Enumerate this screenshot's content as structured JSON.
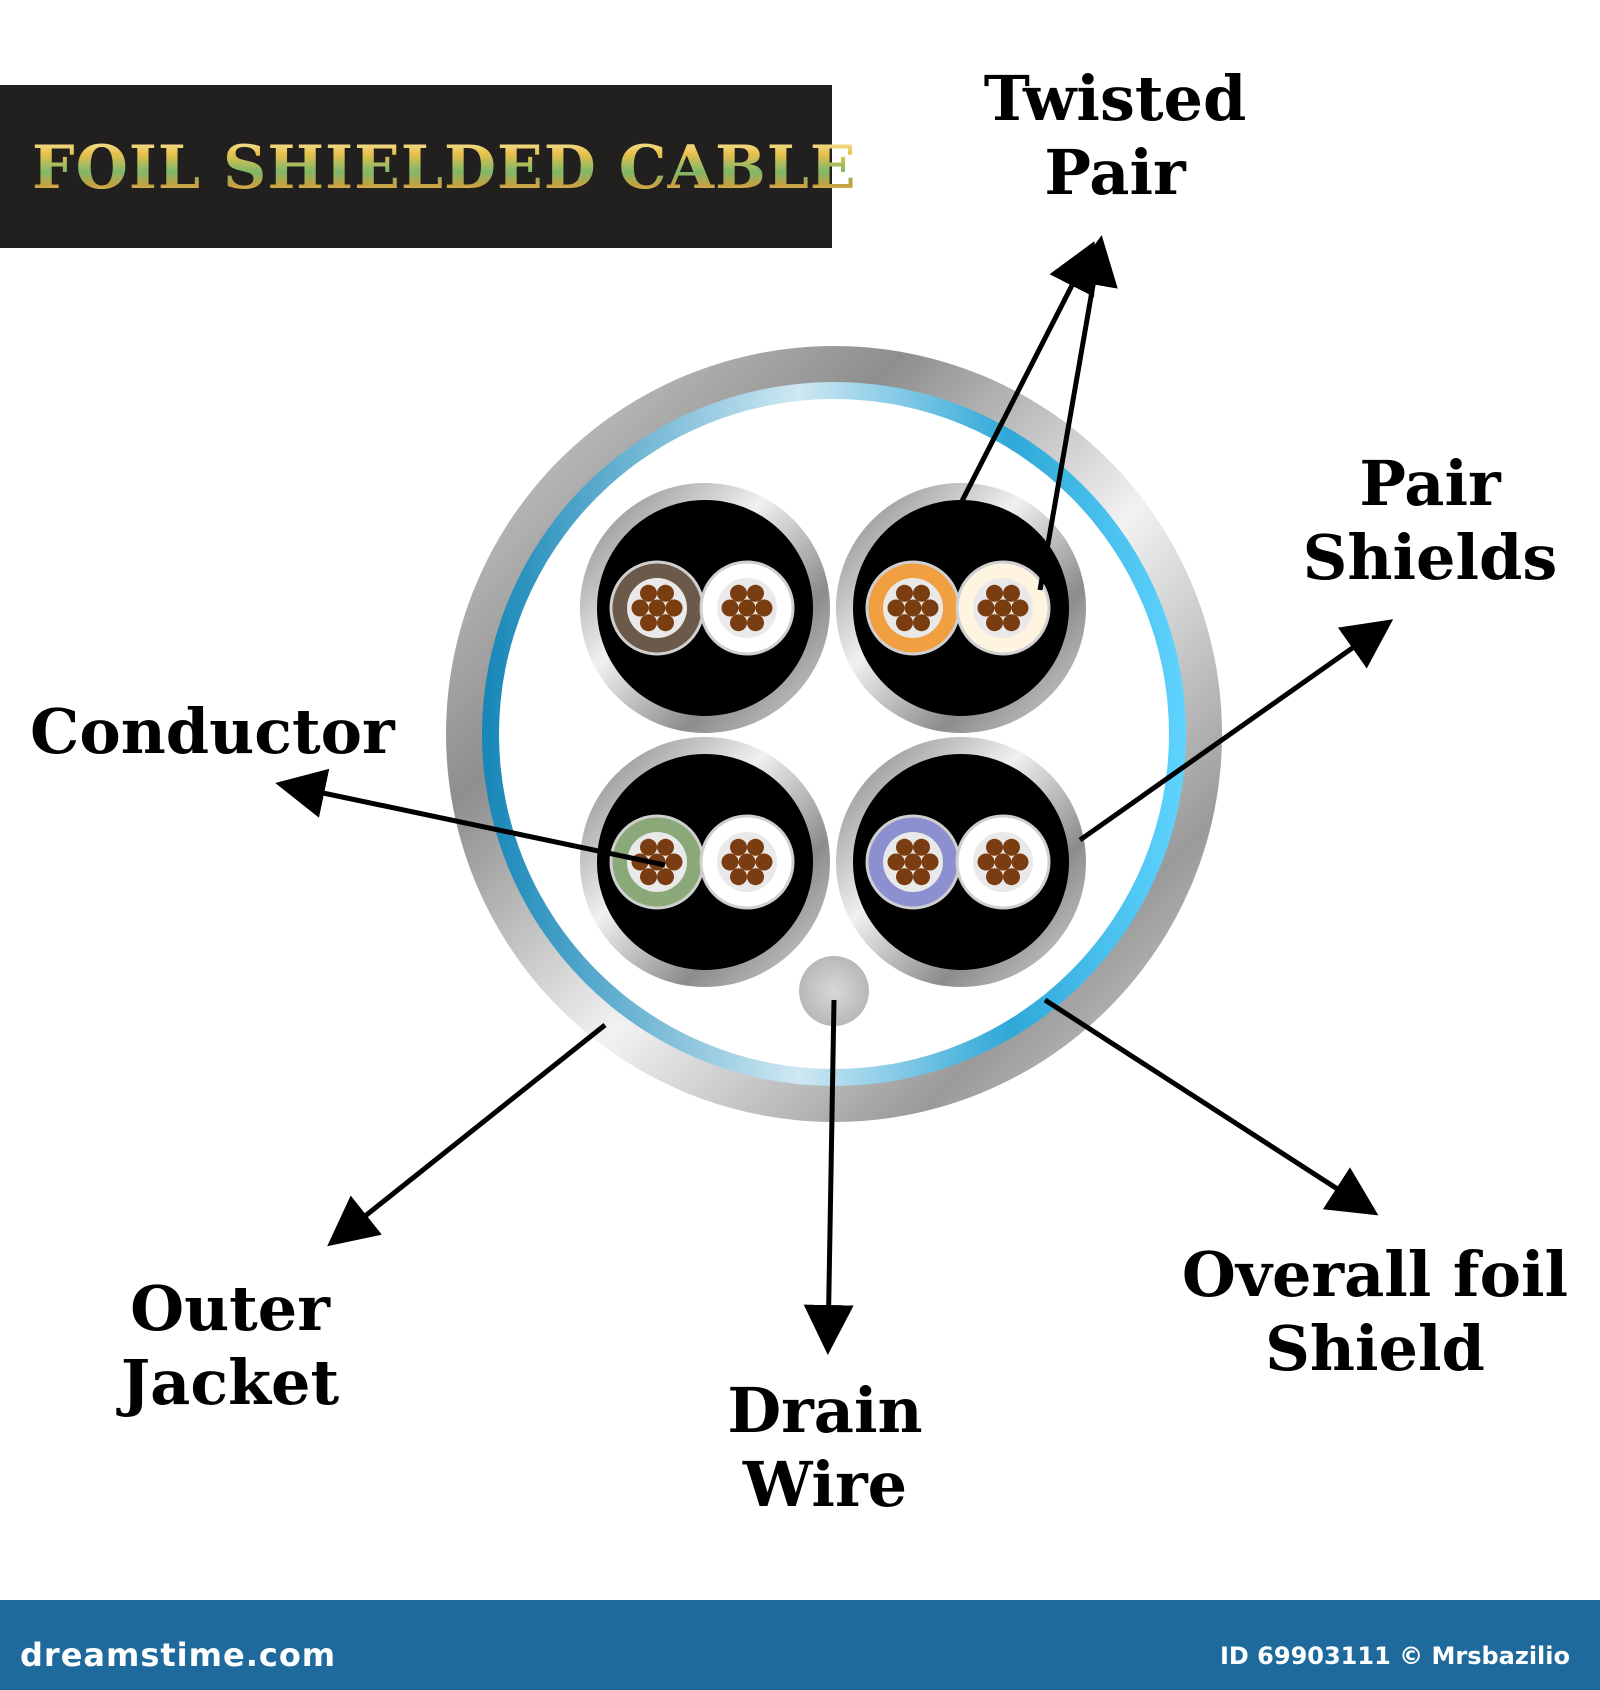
{
  "title": "FOIL SHIELDED CABLE",
  "labels": {
    "twisted_pair_1": "Twisted",
    "twisted_pair_2": "Pair",
    "pair_shields_1": "Pair",
    "pair_shields_2": "Shields",
    "conductor": "Conductor",
    "outer_jacket_1": "Outer",
    "outer_jacket_2": "Jacket",
    "drain_wire_1": "Drain",
    "drain_wire_2": "Wire",
    "overall_foil_1": "Overall foil",
    "overall_foil_2": "Shield"
  },
  "footer": {
    "brand": "dreamstime.com",
    "id_text": "ID 69903111 © Mrsbazilio"
  },
  "colors": {
    "title_bg": "#221f1f",
    "footer_bg": "#1e6a9c",
    "foil_blue": "#1fa3d6",
    "jacket_grey": "#a8a8a8",
    "copper": "#7a3d12"
  },
  "pair_insulation_colors": {
    "top_left": [
      "#6b5a4a",
      "#ffffff"
    ],
    "top_right": [
      "#f0a040",
      "#fff4e0"
    ],
    "bottom_left": [
      "#8aa878",
      "#ffffff"
    ],
    "bottom_right": [
      "#8c90d0",
      "#ffffff"
    ]
  }
}
